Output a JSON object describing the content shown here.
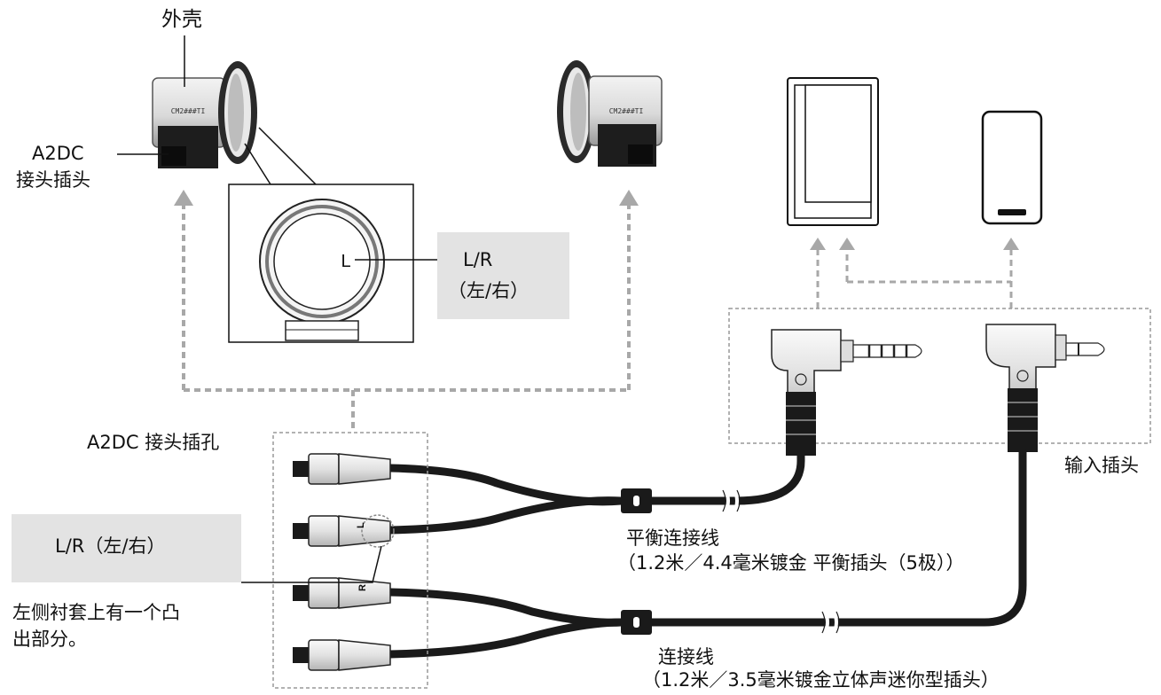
{
  "labels": {
    "shell": "外壳",
    "a2dc_plug_line1": "A2DC",
    "a2dc_plug_line2": "接头插头",
    "lr_top_line1": "L/R",
    "lr_top_line2": "（左/右）",
    "a2dc_jack": "A2DC 接头插孔",
    "lr_left": "L/R（左/右）",
    "left_note_line1": "左侧衬套上有一个凸",
    "left_note_line2": "出部分。",
    "input_plug": "输入插头",
    "balanced_cable_line1": "平衡连接线",
    "balanced_cable_line2": "（1.2米／4.4毫米镀金 平衡插头（5极））",
    "std_cable_line1": "连接线",
    "std_cable_line2": "（1.2米／3.5毫米镀金立体声迷你型插头）"
  },
  "marks": {
    "ring_letter": "L",
    "connector_l": "L",
    "connector_r": "R",
    "earphone_left_model": "CM2###TI",
    "earphone_right_model": "CM2###TI"
  },
  "colors": {
    "line": "#111111",
    "dashed_arrow": "#a8a8a8",
    "label_box": "#e3e3e3",
    "cable": "#1a1a1a"
  }
}
